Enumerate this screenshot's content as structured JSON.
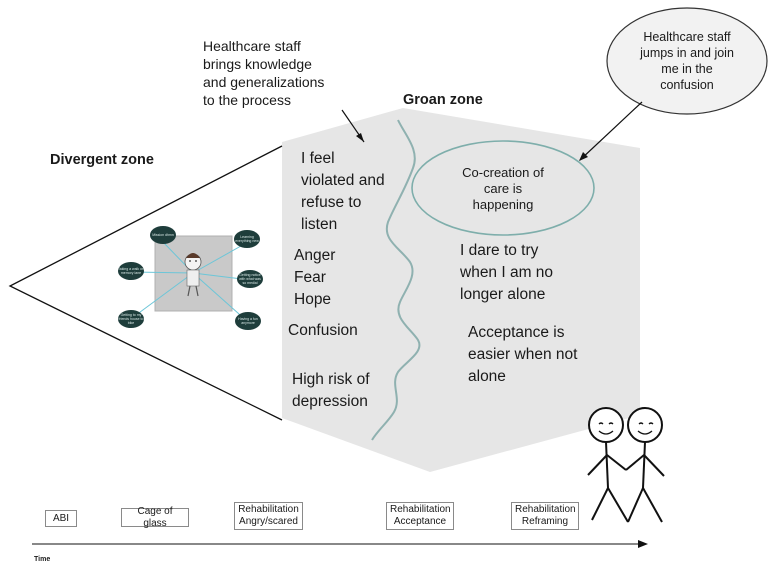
{
  "zones": {
    "divergent": "Divergent zone",
    "groan": "Groan zone"
  },
  "annotations": {
    "staff_knowledge": [
      "Healthcare staff",
      "brings knowledge",
      "and generalizations",
      "to the process"
    ],
    "staff_confusion": [
      "Healthcare staff",
      "jumps in and join",
      "me in the",
      "confusion"
    ],
    "cocreation": [
      "Co-creation of",
      "care is",
      "happening"
    ]
  },
  "left_column": {
    "violated": [
      "I feel",
      "violated and",
      "refuse to",
      "listen"
    ],
    "emotions": [
      "Anger",
      "Fear",
      "Hope"
    ],
    "confusion": "Confusion",
    "depression": [
      "High risk of",
      "depression"
    ]
  },
  "right_column": {
    "dare": [
      "I dare to try",
      "when I am no",
      "longer alone"
    ],
    "acceptance": [
      "Acceptance is",
      "easier when not",
      "alone"
    ]
  },
  "mindmap": {
    "bubbles": [
      {
        "text": "Mission dhmn"
      },
      {
        "text": "Learning everything new"
      },
      {
        "text": "Taking a walk on memory lane"
      },
      {
        "text": "Getting notice with what was so medial"
      },
      {
        "text": "Getting to my friends house to bike"
      },
      {
        "text": "Having a fun anymore"
      }
    ]
  },
  "timeline": {
    "stages": [
      {
        "lines": [
          "ABI"
        ]
      },
      {
        "lines": [
          "Cage of glass"
        ]
      },
      {
        "lines": [
          "Rehabilitation",
          "Angry/scared"
        ]
      },
      {
        "lines": [
          "Rehabilitation",
          "Acceptance"
        ]
      },
      {
        "lines": [
          "Rehabilitation",
          "Reframing"
        ]
      }
    ],
    "axis_label": "Time"
  },
  "colors": {
    "zone_fill": "#e6e6e6",
    "wave": "#8fb1b0",
    "bubble": "#1e3d3b",
    "picture_frame": "#c9c9c9"
  },
  "icons": [
    "stick-figures-holding-hands",
    "person-figure"
  ]
}
